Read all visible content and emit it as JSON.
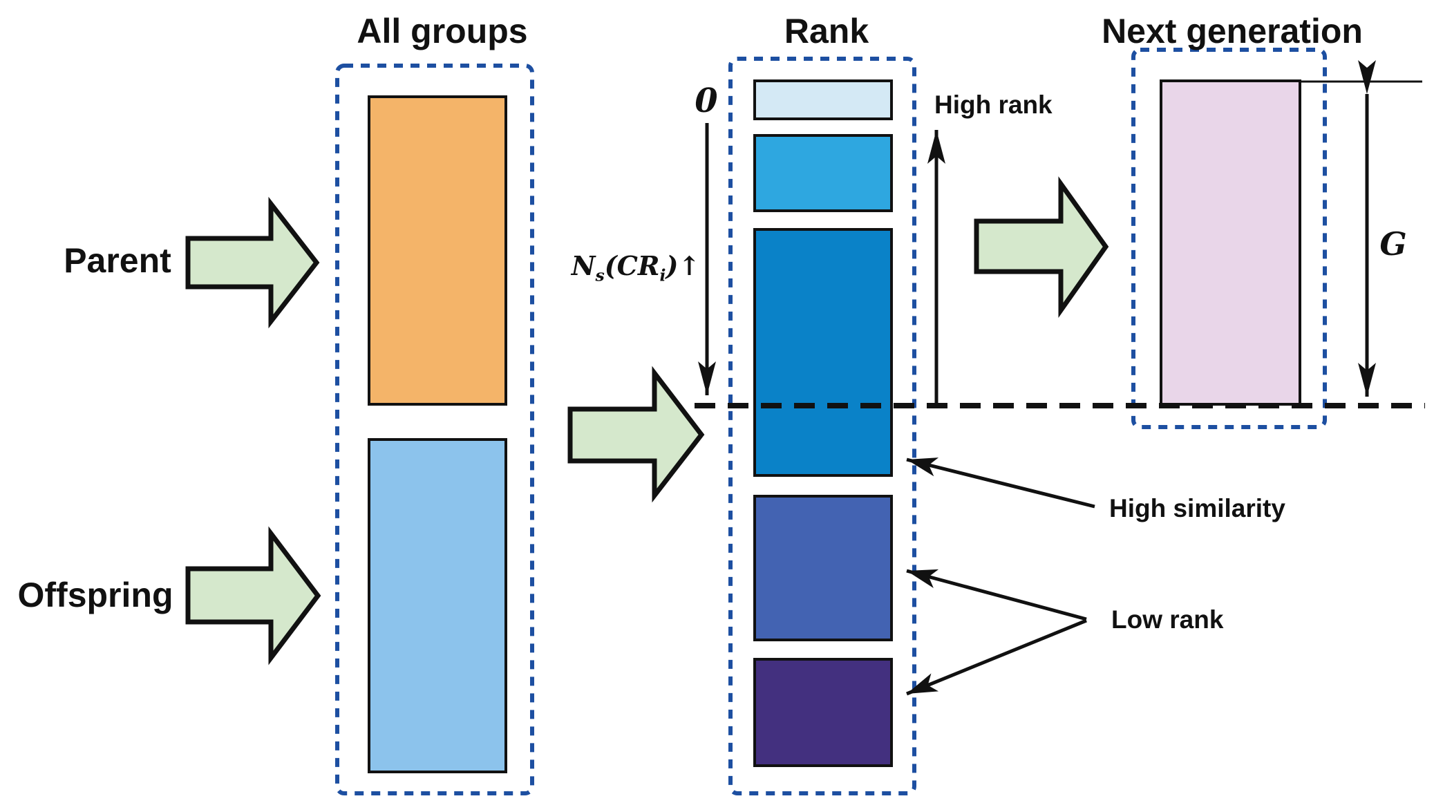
{
  "titles": {
    "all_groups": "All groups",
    "rank": "Rank",
    "next_generation": "Next generation"
  },
  "labels": {
    "parent": "Parent",
    "offspring": "Offspring",
    "zero": "0",
    "ns_n": "N",
    "ns_sub1": "s",
    "ns_mid": "(CR",
    "ns_sub2": "i",
    "ns_end": ")↑",
    "high_rank": "High rank",
    "high_similarity": "High similarity",
    "low_rank": "Low rank",
    "g": "G"
  },
  "colors": {
    "box_border_blue": "#1d4fa1",
    "outline_black": "#111111",
    "parent_group": "#f4b469",
    "offspring_group": "#8cc3ec",
    "rank_1": "#d4e9f5",
    "rank_2": "#2ea7e0",
    "rank_3": "#0a82c8",
    "rank_4": "#4363b2",
    "rank_5": "#43307f",
    "next_generation_group": "#e9d6e9",
    "flow_arrow_green": "#d5e8cc"
  }
}
